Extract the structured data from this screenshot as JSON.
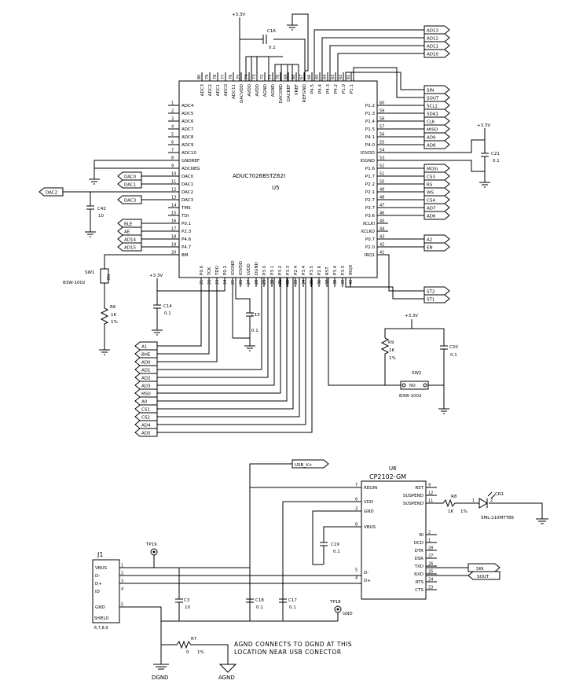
{
  "u5": {
    "part": "ADUC7026BSTZ62I",
    "ref": "U5",
    "left_pins": [
      {
        "n": "1",
        "name": "ADC4"
      },
      {
        "n": "2",
        "name": "ADC5"
      },
      {
        "n": "3",
        "name": "ADC6"
      },
      {
        "n": "4",
        "name": "ADC7"
      },
      {
        "n": "5",
        "name": "ADC8"
      },
      {
        "n": "6",
        "name": "ADC9"
      },
      {
        "n": "7",
        "name": "ADC10"
      },
      {
        "n": "8",
        "name": "GNDREF"
      },
      {
        "n": "9",
        "name": "ADCNEG"
      },
      {
        "n": "10",
        "name": "DAC0"
      },
      {
        "n": "11",
        "name": "DAC1"
      },
      {
        "n": "12",
        "name": "DAC2"
      },
      {
        "n": "13",
        "name": "DAC3"
      },
      {
        "n": "14",
        "name": "TMS"
      },
      {
        "n": "15",
        "name": "TDI"
      },
      {
        "n": "16",
        "name": "P0.1"
      },
      {
        "n": "17",
        "name": "P2.3"
      },
      {
        "n": "18",
        "name": "P4.6"
      },
      {
        "n": "19",
        "name": "P4.7"
      },
      {
        "n": "20",
        "name": "BM"
      }
    ],
    "right_pins": [
      {
        "n": "60",
        "name": "P1.2"
      },
      {
        "n": "59",
        "name": "P1.3"
      },
      {
        "n": "58",
        "name": "P1.4"
      },
      {
        "n": "57",
        "name": "P1.5"
      },
      {
        "n": "56",
        "name": "P4.1"
      },
      {
        "n": "55",
        "name": "P4.0"
      },
      {
        "n": "54",
        "name": "IOVDD"
      },
      {
        "n": "53",
        "name": "IOGND"
      },
      {
        "n": "52",
        "name": "P1.6"
      },
      {
        "n": "51",
        "name": "P1.7"
      },
      {
        "n": "50",
        "name": "P2.2"
      },
      {
        "n": "49",
        "name": "P2.1"
      },
      {
        "n": "48",
        "name": "P2.7"
      },
      {
        "n": "47",
        "name": "P3.7"
      },
      {
        "n": "46",
        "name": "P3.6"
      },
      {
        "n": "45",
        "name": "XCLKI"
      },
      {
        "n": "44",
        "name": "XCLKO"
      },
      {
        "n": "43",
        "name": "P0.7"
      },
      {
        "n": "42",
        "name": "P2.0"
      },
      {
        "n": "41",
        "name": "IRQ1"
      }
    ],
    "top_pins": [
      {
        "n": "80",
        "name": "ADC3"
      },
      {
        "n": "79",
        "name": "ADC2"
      },
      {
        "n": "78",
        "name": "ADC1"
      },
      {
        "n": "77",
        "name": "ADC0"
      },
      {
        "n": "76",
        "name": "ADC11"
      },
      {
        "n": "75",
        "name": "DACVDD"
      },
      {
        "n": "74",
        "name": "AVDD"
      },
      {
        "n": "73",
        "name": "AVDD"
      },
      {
        "n": "72",
        "name": "AGND"
      },
      {
        "n": "71",
        "name": "AGND"
      },
      {
        "n": "70",
        "name": "DACGND"
      },
      {
        "n": "69",
        "name": "DACREF"
      },
      {
        "n": "68",
        "name": "VREF"
      },
      {
        "n": "67",
        "name": "REFGND"
      },
      {
        "n": "66",
        "name": "P4.5"
      },
      {
        "n": "65",
        "name": "P4.4"
      },
      {
        "n": "64",
        "name": "P4.3"
      },
      {
        "n": "63",
        "name": "P4.2"
      },
      {
        "n": "62",
        "name": "P1.0"
      },
      {
        "n": "61",
        "name": "P1.1"
      }
    ],
    "bottom_pins": [
      {
        "n": "21",
        "name": "P0.6"
      },
      {
        "n": "22",
        "name": "TCK"
      },
      {
        "n": "23",
        "name": "TDO"
      },
      {
        "n": "24",
        "name": "P0.2"
      },
      {
        "n": "25",
        "name": "IOGND"
      },
      {
        "n": "26",
        "name": "IOVDD"
      },
      {
        "n": "27",
        "name": "LVDD"
      },
      {
        "n": "28",
        "name": "DGND"
      },
      {
        "n": "29",
        "name": "P3.0"
      },
      {
        "n": "30",
        "name": "P3.1"
      },
      {
        "n": "31",
        "name": "P3.2"
      },
      {
        "n": "32",
        "name": "P3.3"
      },
      {
        "n": "33",
        "name": "P2.4"
      },
      {
        "n": "34",
        "name": "P3.4"
      },
      {
        "n": "35",
        "name": "P3.5"
      },
      {
        "n": "36",
        "name": "P2.6"
      },
      {
        "n": "37",
        "name": "RST"
      },
      {
        "n": "38",
        "name": "P3.4"
      },
      {
        "n": "39",
        "name": "P3.5"
      },
      {
        "n": "40",
        "name": "IRQ0"
      }
    ]
  },
  "u6": {
    "ref": "U6",
    "part": "CP2102-GM",
    "left_pins": [
      {
        "n": "7",
        "name": "REGIN"
      },
      {
        "n": "6",
        "name": "VDD"
      },
      {
        "n": "3",
        "name": "GND"
      },
      {
        "n": "8",
        "name": "VBUS"
      },
      {
        "n": "5",
        "name": "D-"
      },
      {
        "n": "4",
        "name": "D+"
      }
    ],
    "right_pins": [
      {
        "n": "9",
        "name": "RST"
      },
      {
        "n": "12",
        "name": "SUSPEND"
      },
      {
        "n": "11",
        "name": "SUSPEND"
      },
      {
        "n": "2",
        "name": "RI"
      },
      {
        "n": "1",
        "name": "DCD"
      },
      {
        "n": "28",
        "name": "DTR"
      },
      {
        "n": "27",
        "name": "DSR"
      },
      {
        "n": "26",
        "name": "TXD"
      },
      {
        "n": "25",
        "name": "RXD"
      },
      {
        "n": "24",
        "name": "RTS"
      },
      {
        "n": "23",
        "name": "CTS"
      }
    ]
  },
  "j1": {
    "ref": "J1",
    "pins": [
      {
        "n": "1",
        "name": "VBUS"
      },
      {
        "n": "2",
        "name": "D-"
      },
      {
        "n": "3",
        "name": "D+"
      },
      {
        "n": "4",
        "name": "ID"
      },
      {
        "n": "5",
        "name": "GND"
      }
    ],
    "shield": "SHIELD",
    "shield_pins": "6,7,8,9"
  },
  "nets_top": [
    "AD13",
    "AD12",
    "AD11",
    "AD10"
  ],
  "nets_right": [
    "SIN",
    "SOUT",
    "SCL1",
    "SDA1",
    "CLK",
    "MISO",
    "AD9",
    "AD8",
    "MOSI",
    "CS3",
    "RS",
    "WS",
    "CS4",
    "AD7",
    "AD6",
    "A2",
    "EN",
    "ST2",
    "ST1"
  ],
  "nets_left": [
    "DAC0",
    "DAC1",
    "DAC2",
    "DAC3",
    "BLE",
    "AE",
    "AD14",
    "AD15"
  ],
  "nets_bottom": [
    "A1",
    "BHE",
    "AD0",
    "AD1",
    "AD2",
    "AD3",
    "MS0",
    "A0",
    "CS1",
    "CS2",
    "AD4",
    "AD5"
  ],
  "usb_nets": {
    "usbv": "USB_V+",
    "sin": "SIN",
    "sout": "SOUT"
  },
  "power": {
    "v33": "+3.3V",
    "dgnd": "DGND",
    "agnd": "AGND",
    "gnd": "GND"
  },
  "caps": [
    {
      "ref": "C16",
      "val": "0.1"
    },
    {
      "ref": "C21",
      "val": "0.1"
    },
    {
      "ref": "C42",
      "val": "10"
    },
    {
      "ref": "C14",
      "val": "0.1"
    },
    {
      "ref": "C15",
      "val": "0.1"
    },
    {
      "ref": "C20",
      "val": "0.1"
    },
    {
      "ref": "C19",
      "val": "0.1"
    },
    {
      "ref": "C3",
      "val": "10"
    },
    {
      "ref": "C18",
      "val": "0.1"
    },
    {
      "ref": "C17",
      "val": "0.1"
    }
  ],
  "resistors": [
    {
      "ref": "R6",
      "val": "1K",
      "tol": "1%"
    },
    {
      "ref": "R9",
      "val": "1K",
      "tol": "1%"
    },
    {
      "ref": "R8",
      "val": "1K",
      "tol": "1%"
    },
    {
      "ref": "R7",
      "val": "0",
      "tol": "1%"
    }
  ],
  "switches": [
    {
      "ref": "SW1",
      "part": "B3W-1002",
      "contact": "NO"
    },
    {
      "ref": "SW2",
      "part": "B3W-1002",
      "contact": "NO"
    }
  ],
  "led": {
    "ref": "CR1",
    "part": "SML-210MTT86",
    "pin1": "1",
    "pin2": "2"
  },
  "testpoints": [
    {
      "ref": "TP19"
    },
    {
      "ref": "TP18"
    }
  ],
  "note_lines": [
    "AGND CONNECTS TO DGND AT THIS",
    "LOCATION NEAR USB CONECTOR"
  ]
}
